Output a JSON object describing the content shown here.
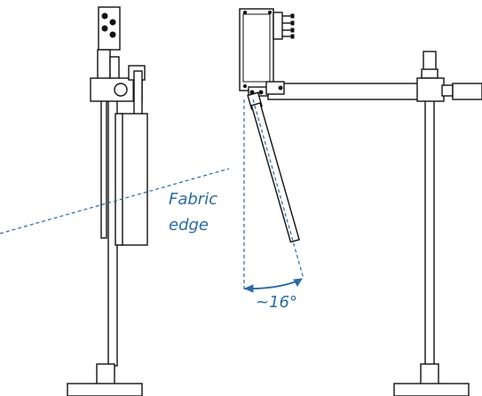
{
  "annotations": {
    "fabric_edge_line1": "Fabric",
    "fabric_edge_line2": "edge",
    "angle": "~16°"
  },
  "colors": {
    "line": "#111111",
    "annotation": "#2a6aa6",
    "background": "#ffffff"
  }
}
